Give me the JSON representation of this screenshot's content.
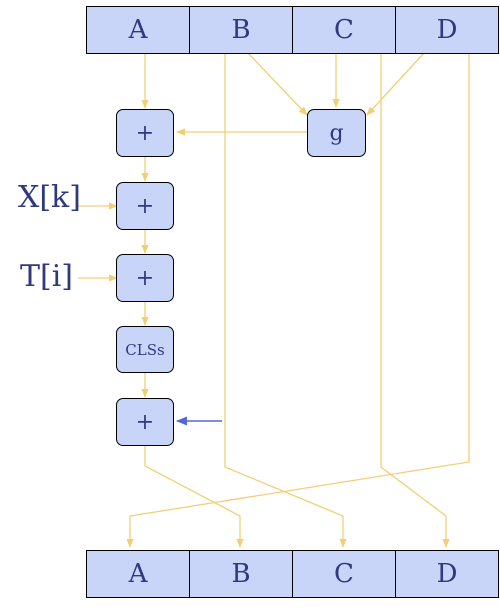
{
  "top_register": {
    "cells": [
      "A",
      "B",
      "C",
      "D"
    ]
  },
  "bottom_register": {
    "cells": [
      "A",
      "B",
      "C",
      "D"
    ]
  },
  "ops": {
    "add1": "+",
    "add2": "+",
    "add3": "+",
    "shift": "CLSs",
    "add4": "+",
    "func": "g"
  },
  "inputs": {
    "message_word": "X[k]",
    "constant": "T[i]"
  },
  "colors": {
    "box_fill": "#c8d4f8",
    "text": "#2f3a7e",
    "wire": "#f2cf74",
    "input_arrow": "#5566d8"
  }
}
